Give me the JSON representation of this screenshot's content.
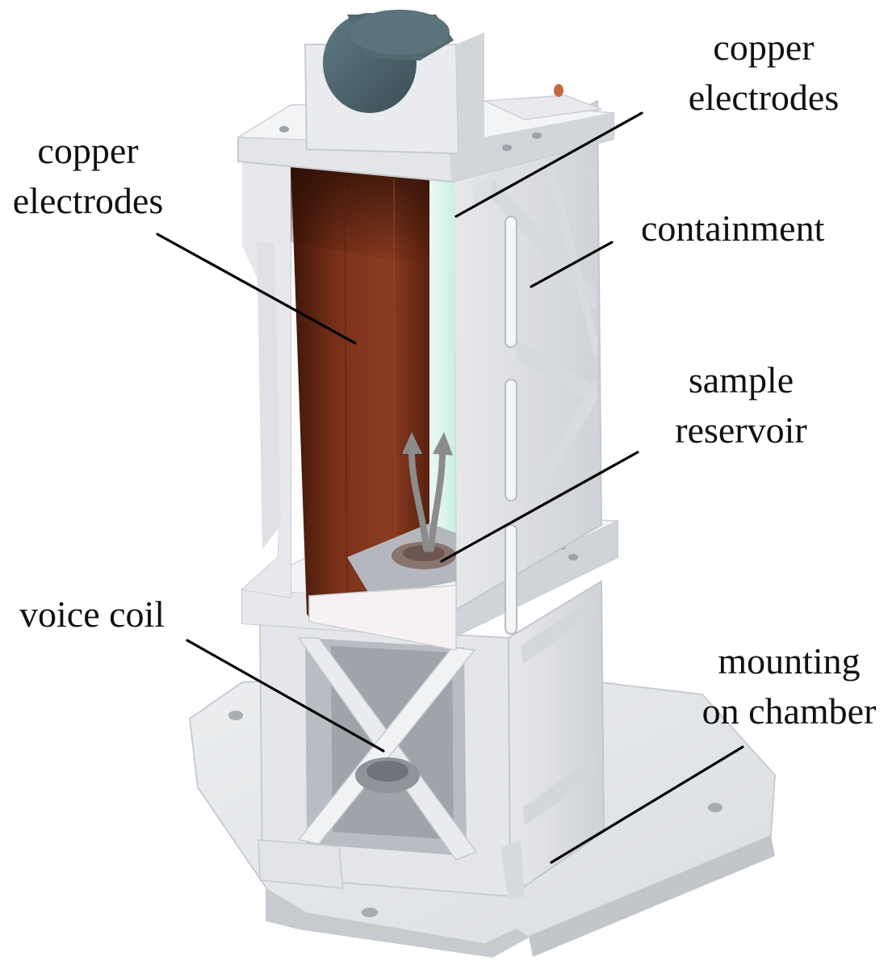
{
  "labels": {
    "copper_electrodes_right": [
      "copper",
      "electrodes"
    ],
    "copper_electrodes_left": [
      "copper",
      "electrodes"
    ],
    "containment": "containment",
    "sample_reservoir": [
      "sample",
      "reservoir"
    ],
    "voice_coil": "voice coil",
    "mounting_on_chamber": [
      "mounting",
      "on chamber"
    ]
  },
  "colors": {
    "frame_light": "#eeeff1",
    "frame_mid": "#dddfe3",
    "frame_shadow": "#c2c5cb",
    "copper": "#6e2b17",
    "glass": "#dff5ee",
    "cylinder": "#4e6670",
    "arrow": "#8c8c8c"
  }
}
